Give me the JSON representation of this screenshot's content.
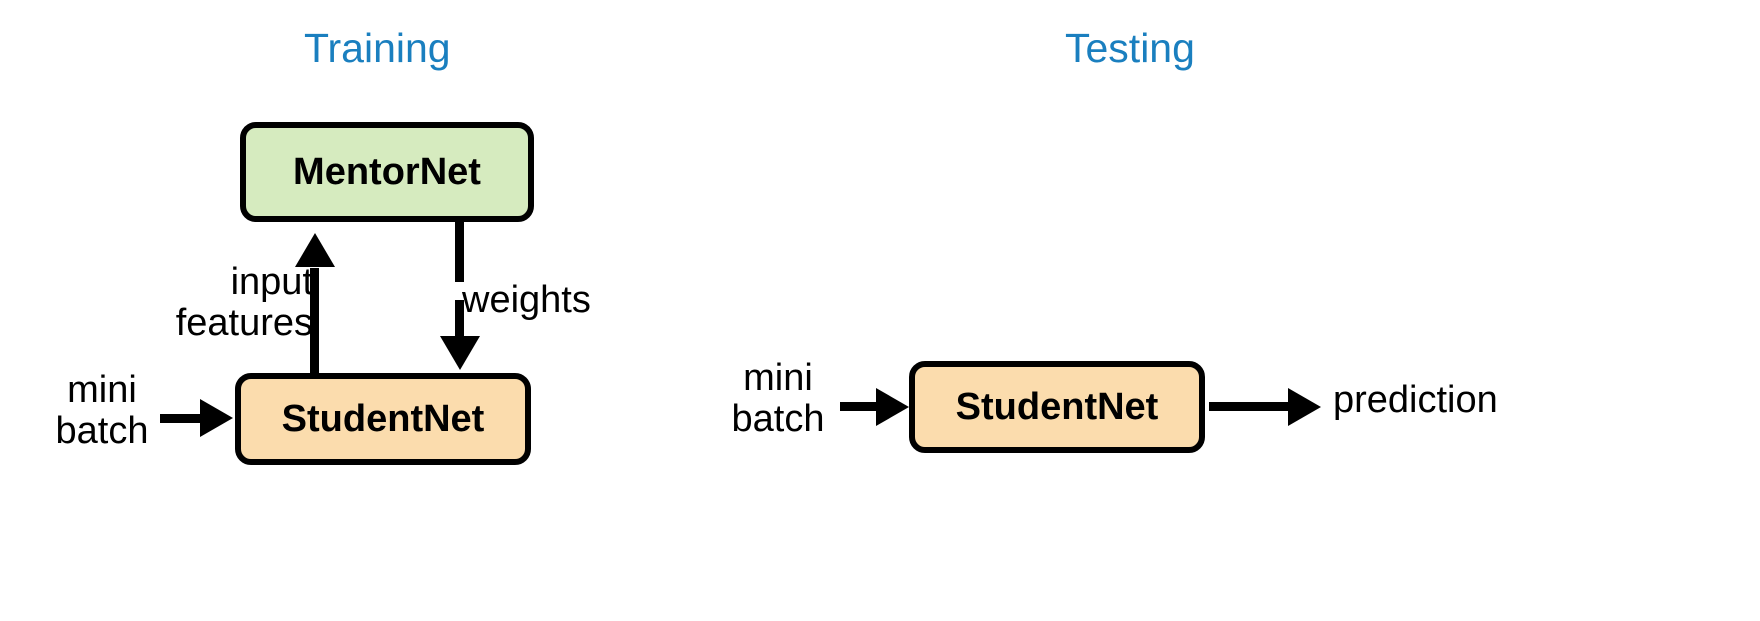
{
  "figure": {
    "background_color": "#ffffff",
    "title_color": "#1a7fbf",
    "line_color": "#000000"
  },
  "sections": {
    "training": {
      "title": "Training",
      "nodes": {
        "mentornet": {
          "label": "MentorNet",
          "fill_color": "#d6ebbf"
        },
        "studentnet": {
          "label": "StudentNet",
          "fill_color": "#fbdcad"
        }
      },
      "edges": {
        "input_features": {
          "label_line1": "input",
          "label_line2": "features",
          "from": "StudentNet",
          "to": "MentorNet"
        },
        "weights": {
          "label": "weights",
          "from": "MentorNet",
          "to": "StudentNet"
        },
        "mini_batch": {
          "label_line1": "mini",
          "label_line2": "batch",
          "to": "StudentNet"
        }
      }
    },
    "testing": {
      "title": "Testing",
      "nodes": {
        "studentnet": {
          "label": "StudentNet",
          "fill_color": "#fbdcad"
        }
      },
      "edges": {
        "mini_batch": {
          "label_line1": "mini",
          "label_line2": "batch",
          "to": "StudentNet"
        },
        "prediction": {
          "label": "prediction",
          "from": "StudentNet"
        }
      }
    }
  }
}
